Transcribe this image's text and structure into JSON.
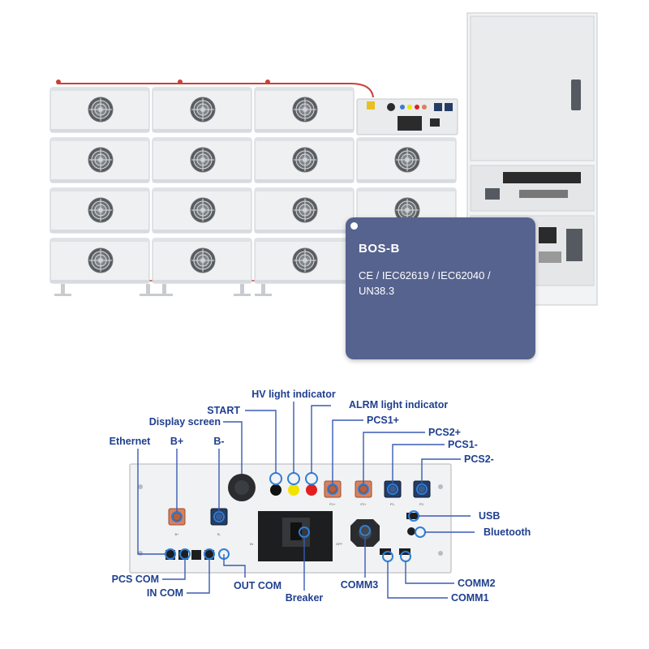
{
  "product_card": {
    "title": "BOS-B",
    "certifications": "CE / IEC62619 / IEC62040 / UN38.3"
  },
  "callouts": {
    "hv_light_indicator": "HV light indicator",
    "alrm_light_indicator": "ALRM light indicator",
    "start": "START",
    "display_screen": "Display screen",
    "ethernet": "Ethernet",
    "b_plus": "B+",
    "b_minus": "B-",
    "pcs1_plus": "PCS1+",
    "pcs2_plus": "PCS2+",
    "pcs1_minus": "PCS1-",
    "pcs2_minus": "PCS2-",
    "usb": "USB",
    "bluetooth": "Bluetooth",
    "pcs_com": "PCS COM",
    "in_com": "IN COM",
    "out_com": "OUT COM",
    "breaker": "Breaker",
    "comm3": "COMM3",
    "comm2": "COMM2",
    "comm1": "COMM1"
  },
  "panel_labels": {
    "b_plus": "B+",
    "b_minus": "B-",
    "p1_plus": "P1+",
    "p2_plus": "P2+",
    "p1_minus": "P1-",
    "p2_minus": "P2-",
    "in": "IN",
    "off": "OFF"
  },
  "colors": {
    "card_bg": "#56638f",
    "callout_text": "#1f3f8f",
    "callout_line": "#3a5bb5",
    "highlight_ring": "#2d7fd6",
    "copper_terminal": "#d9805d",
    "navy_terminal": "#243c66",
    "indicator_yellow": "#f2e200",
    "indicator_red": "#e02020",
    "indicator_black": "#111111",
    "cable_red": "#c9413a"
  }
}
